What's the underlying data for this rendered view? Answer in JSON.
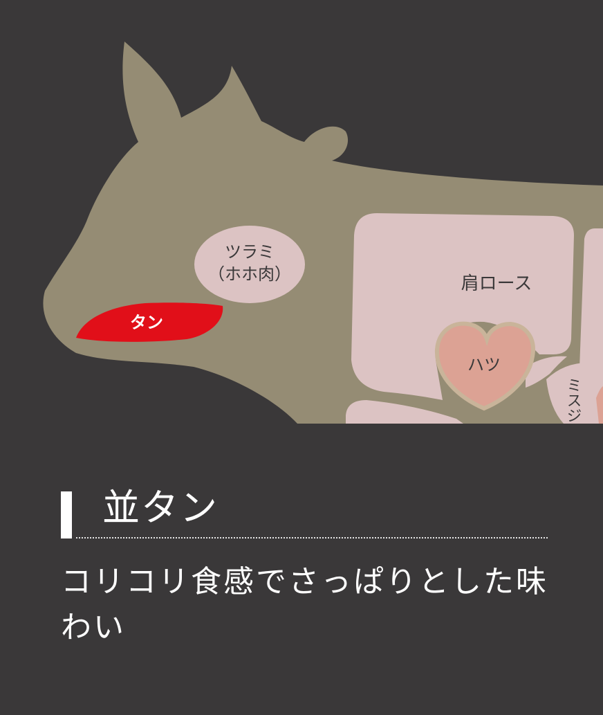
{
  "diagram": {
    "cuts": {
      "tsurami_line1": "ツラミ",
      "tsurami_line2": "（ホホ肉）",
      "tan": "タン",
      "kata_rosu": "肩ロース",
      "hatsu": "ハツ",
      "misuji": "ミスジ"
    },
    "colors": {
      "background": "#3a3839",
      "cow_body": "#958c74",
      "cut_area": "#dcc3c3",
      "highlight": "#e10f19",
      "heart": "#dca294"
    }
  },
  "heading": {
    "title": "並タン"
  },
  "description": {
    "text": "コリコリ食感でさっぱりとした味わい"
  }
}
